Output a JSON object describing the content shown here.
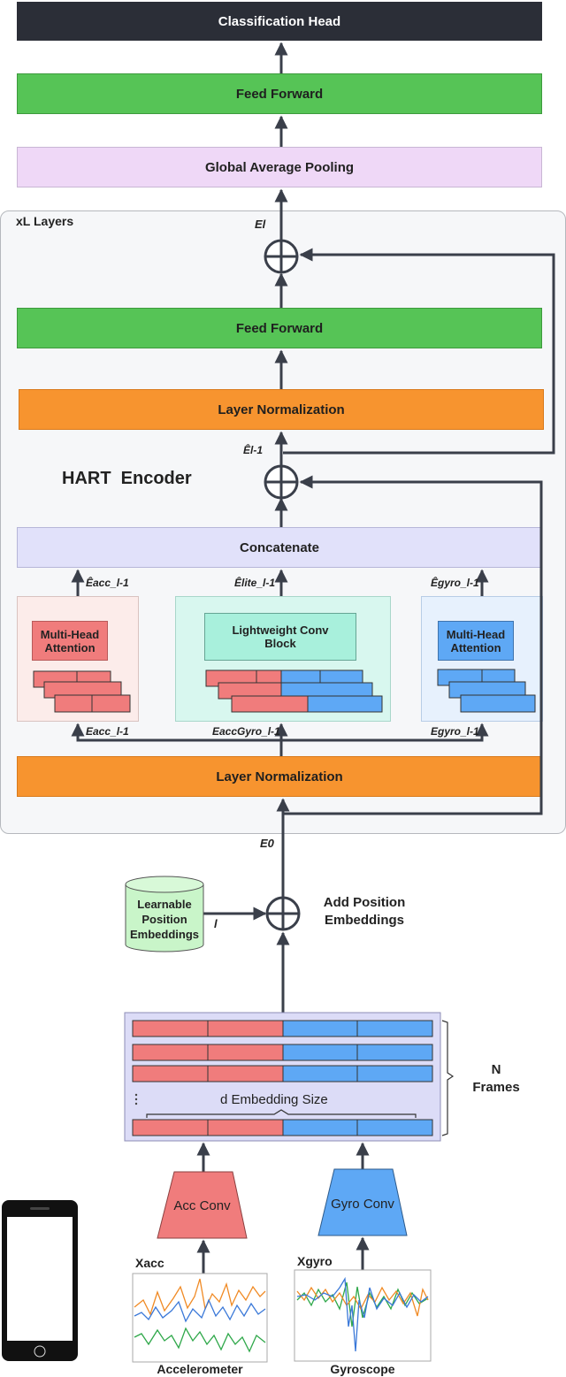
{
  "top": {
    "classification_head": "Classification Head",
    "feed_forward_top": "Feed Forward",
    "global_average_pooling": "Global Average Pooling"
  },
  "encoder": {
    "layers_label": "xL Layers",
    "title": "HART  Encoder",
    "e_l": "El",
    "feed_forward": "Feed Forward",
    "layer_norm_top": "Layer Normalization",
    "e_hat_l_1": "Êl-1",
    "concatenate": "Concatenate",
    "e_hat_acc": "Êacc_l-1",
    "e_hat_lite": "Êlite_l-1",
    "e_hat_gyro": "Êgyro_l-1",
    "mha_left": "Multi-Head Attention",
    "lightweight": "Lightweight Conv Block",
    "mha_right": "Multi-Head Attention",
    "e_acc": "Eacc_l-1",
    "e_accgyro": "EaccGyro_l-1",
    "e_gyro": "Egyro_l-1",
    "layer_norm_bottom": "Layer Normalization"
  },
  "embedding": {
    "e0": "E0",
    "learnable": "Learnable Position Embeddings",
    "l_label": "l",
    "add_position": "Add Position Embeddings",
    "d_embedding": "d Embedding Size",
    "n_frames": "N Frames"
  },
  "inputs": {
    "acc_conv": "Acc Conv",
    "gyro_conv": "Gyro Conv",
    "x_acc": "Xacc",
    "x_gyro": "Xgyro",
    "accelerometer": "Accelerometer",
    "gyroscope": "Gyroscope"
  },
  "colors": {
    "acc": "#f07c7c",
    "gyro": "#5ea8f5",
    "orange": "#f7942f",
    "green": "#56c456",
    "signal_orange": "#f08a24",
    "signal_blue": "#3a78d8",
    "signal_green": "#2fa84a"
  }
}
